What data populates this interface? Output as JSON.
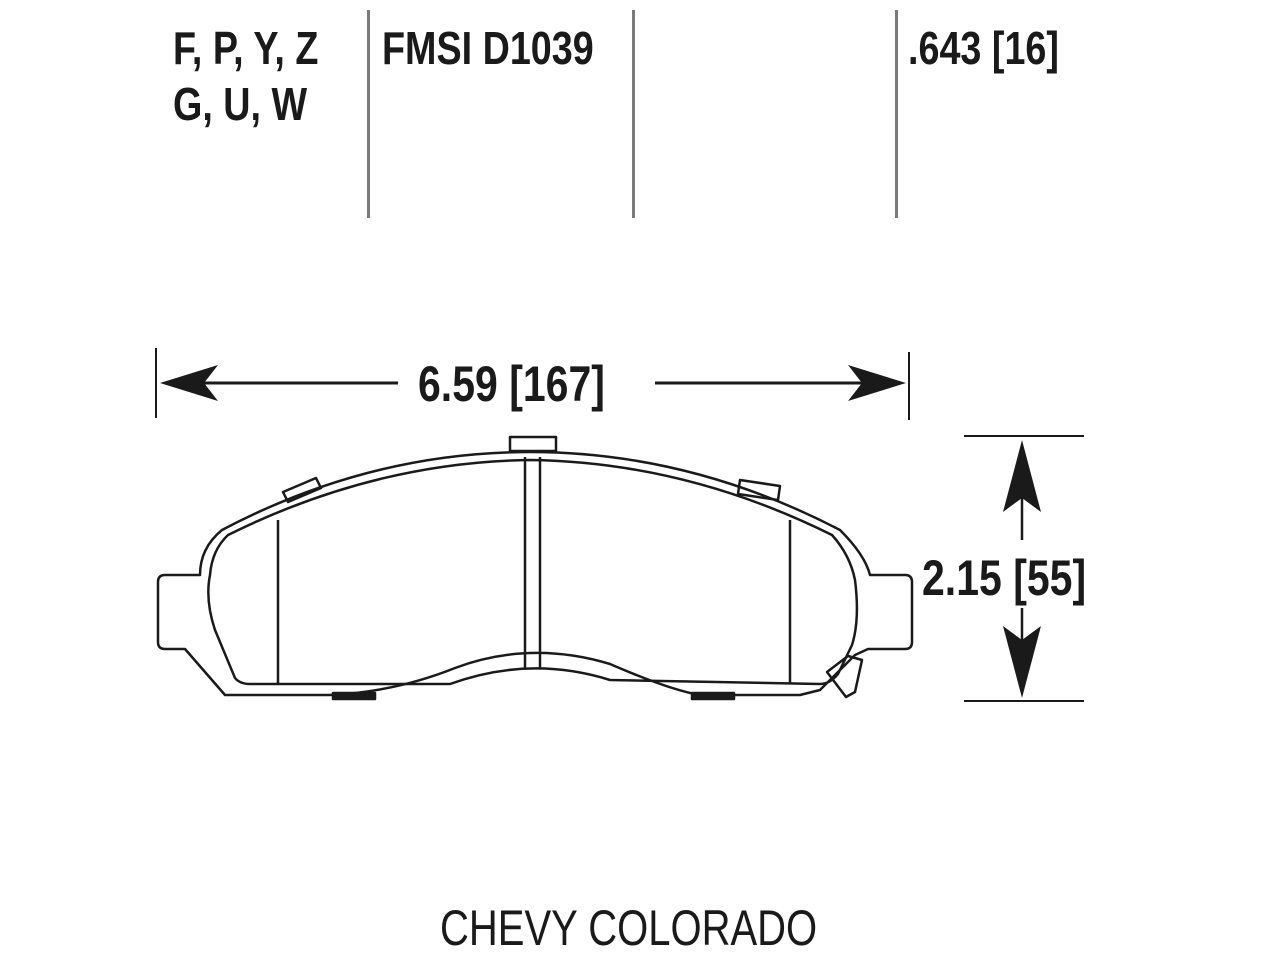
{
  "header": {
    "compounds_line1": "F, P, Y, Z",
    "compounds_line2": "G, U, W",
    "fmsi": "FMSI D1039",
    "thickness": ".643 [16]"
  },
  "dimensions": {
    "width": "6.59 [167]",
    "height": "2.15 [55]"
  },
  "footer": {
    "vehicle": "CHEVY COLORADO"
  },
  "colors": {
    "line": "#1a1a1a",
    "divider": "#7a7a7a",
    "background": "#ffffff"
  }
}
